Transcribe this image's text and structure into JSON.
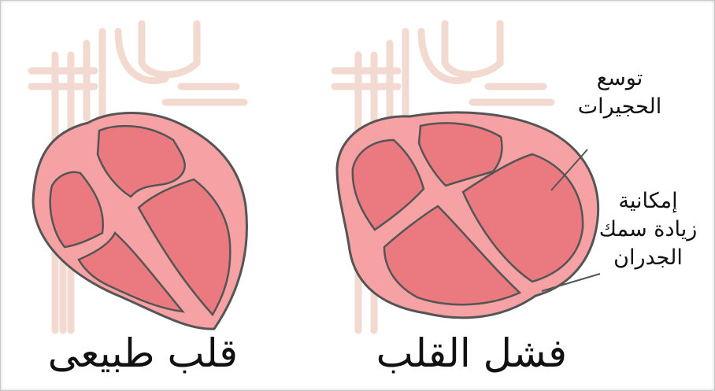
{
  "captions": {
    "normal_heart": "قلب طبيعى",
    "heart_failure": "فشل القلب"
  },
  "annotations": {
    "dilated_chambers": [
      "توسع",
      "الحجيرات"
    ],
    "wall_thickening": [
      "إمكانية",
      "زيادة سمك",
      "الجدران"
    ]
  },
  "colors": {
    "heart_wall": "#f6a2a4",
    "chamber": "#ea7a80",
    "outline": "#555555",
    "vessels": "#f3dad0"
  }
}
